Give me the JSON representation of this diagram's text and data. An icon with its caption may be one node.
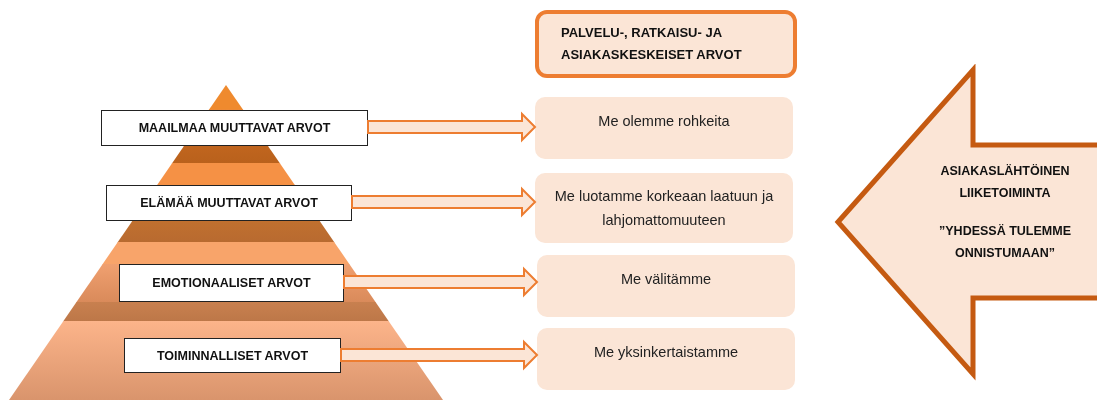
{
  "diagram": {
    "nodes": [
      {
        "text": [
          "MAAILMAA MUUTTAVAT ARVOT"
        ]
      },
      {
        "text": [
          "ELÄMÄÄ MUUTTAVAT ARVOT"
        ]
      },
      {
        "text": [
          "EMOTIONAALISET ARVOT"
        ]
      },
      {
        "text": [
          "TOIMINNALLISET ARVOT"
        ]
      },
      {
        "text": [
          "PALVELU-, RATKAISU- JA ASIAKASKESKEISET ARVOT"
        ]
      },
      {
        "text": [
          "Me olemme rohkeita"
        ]
      },
      {
        "text": [
          "Me luotamme korkeaan laatuun ja lahjomattomuuteen"
        ]
      },
      {
        "text": [
          "Me välitämme"
        ]
      },
      {
        "text": [
          "Me yksinkertaistamme"
        ]
      },
      {
        "text": [
          "ASIAKASLÄHTÖINEN LIIKETOIMINTA",
          "”YHDESSÄ TULEMME ONNISTUMAAN”"
        ]
      }
    ],
    "edges": [
      {
        "from": 0,
        "to": 5,
        "arrow": "to"
      },
      {
        "from": 1,
        "to": 6,
        "arrow": "to"
      },
      {
        "from": 2,
        "to": 7,
        "arrow": "to"
      },
      {
        "from": 3,
        "to": 8,
        "arrow": "to"
      }
    ]
  }
}
